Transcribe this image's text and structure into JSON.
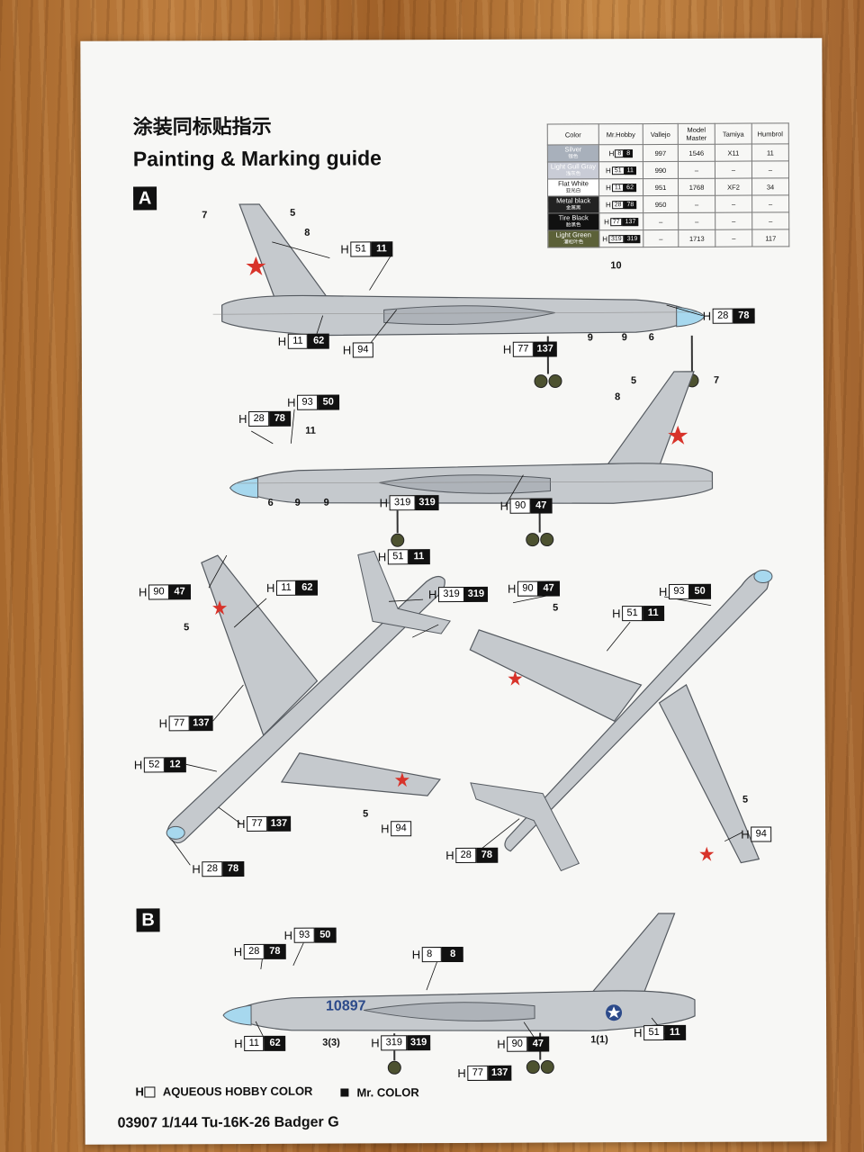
{
  "title_cn": "涂装同标贴指示",
  "title_en": "Painting & Marking guide",
  "section_a": "A",
  "section_b": "B",
  "table": {
    "headers": [
      "Color",
      "Mr.Hobby",
      "Vallejo",
      "Model Master",
      "Tamiya",
      "Humbrol"
    ],
    "rows": [
      {
        "color": "Silver",
        "color_cn": "银色",
        "swatch": "#a8b0bb",
        "text": "#ffffff",
        "h_aq": "8",
        "h_mr": "8",
        "vallejo": "997",
        "mm": "1546",
        "tamiya": "X11",
        "humbrol": "11"
      },
      {
        "color": "Light Gull Gray",
        "color_cn": "浅灰色",
        "swatch": "#c9ccd6",
        "text": "#ffffff",
        "h_aq": "51",
        "h_mr": "11",
        "vallejo": "990",
        "mm": "–",
        "tamiya": "–",
        "humbrol": "–"
      },
      {
        "color": "Flat White",
        "color_cn": "亚光白",
        "swatch": "#ffffff",
        "text": "#111111",
        "h_aq": "11",
        "h_mr": "62",
        "vallejo": "951",
        "mm": "1768",
        "tamiya": "XF2",
        "humbrol": "34"
      },
      {
        "color": "Metal black",
        "color_cn": "金属黑",
        "swatch": "#222222",
        "text": "#ffffff",
        "h_aq": "28",
        "h_mr": "78",
        "vallejo": "950",
        "mm": "–",
        "tamiya": "–",
        "humbrol": "–"
      },
      {
        "color": "Tire Black",
        "color_cn": "胎黑色",
        "swatch": "#111111",
        "text": "#ffffff",
        "h_aq": "77",
        "h_mr": "137",
        "vallejo": "–",
        "mm": "–",
        "tamiya": "–",
        "humbrol": "–"
      },
      {
        "color": "Light Green",
        "color_cn": "灌松叶色",
        "swatch": "#5c6138",
        "text": "#ffffff",
        "h_aq": "319",
        "h_mr": "319",
        "vallejo": "–",
        "mm": "1713",
        "tamiya": "–",
        "humbrol": "117"
      }
    ]
  },
  "h_letter": "H",
  "callouts": [
    {
      "id": "a1-51-11",
      "aq": "51",
      "mr": "11"
    },
    {
      "id": "a1-28-78",
      "aq": "28",
      "mr": "78"
    },
    {
      "id": "a1-11-62",
      "aq": "11",
      "mr": "62"
    },
    {
      "id": "a1-94",
      "aq": "94",
      "mr": ""
    },
    {
      "id": "a1-77-137",
      "aq": "77",
      "mr": "137"
    },
    {
      "id": "a2-93-50",
      "aq": "93",
      "mr": "50"
    },
    {
      "id": "a2-28-78",
      "aq": "28",
      "mr": "78"
    },
    {
      "id": "a2-319-319",
      "aq": "319",
      "mr": "319"
    },
    {
      "id": "a2-90-47",
      "aq": "90",
      "mr": "47"
    },
    {
      "id": "a3-51-11",
      "aq": "51",
      "mr": "11"
    },
    {
      "id": "a3-90-47",
      "aq": "90",
      "mr": "47"
    },
    {
      "id": "a3-11-62",
      "aq": "11",
      "mr": "62"
    },
    {
      "id": "a3-319-319",
      "aq": "319",
      "mr": "319"
    },
    {
      "id": "a3-77-137",
      "aq": "77",
      "mr": "137"
    },
    {
      "id": "a3-52-12",
      "aq": "52",
      "mr": "12"
    },
    {
      "id": "a3-77-137b",
      "aq": "77",
      "mr": "137"
    },
    {
      "id": "a3-94",
      "aq": "94",
      "mr": ""
    },
    {
      "id": "a3-28-78",
      "aq": "28",
      "mr": "78"
    },
    {
      "id": "a4-90-47",
      "aq": "90",
      "mr": "47"
    },
    {
      "id": "a4-93-50",
      "aq": "93",
      "mr": "50"
    },
    {
      "id": "a4-51-11",
      "aq": "51",
      "mr": "11"
    },
    {
      "id": "a4-28-78",
      "aq": "28",
      "mr": "78"
    },
    {
      "id": "a4-94",
      "aq": "94",
      "mr": ""
    },
    {
      "id": "b-28-78",
      "aq": "28",
      "mr": "78"
    },
    {
      "id": "b-93-50",
      "aq": "93",
      "mr": "50"
    },
    {
      "id": "b-8-8",
      "aq": "8",
      "mr": "8"
    },
    {
      "id": "b-11-62",
      "aq": "11",
      "mr": "62"
    },
    {
      "id": "b-319-319",
      "aq": "319",
      "mr": "319"
    },
    {
      "id": "b-90-47",
      "aq": "90",
      "mr": "47"
    },
    {
      "id": "b-51-11",
      "aq": "51",
      "mr": "11"
    },
    {
      "id": "b-77-137",
      "aq": "77",
      "mr": "137"
    }
  ],
  "numbers": [
    "7",
    "5",
    "8",
    "10",
    "9",
    "9",
    "6",
    "5",
    "7",
    "8",
    "11",
    "6",
    "9",
    "9",
    "5",
    "5",
    "5",
    "5",
    "3(3)",
    "1(1)"
  ],
  "side_b_serial": "10897",
  "legend": {
    "aqueous": "AQUEOUS HOBBY COLOR",
    "mr": "Mr. COLOR"
  },
  "footer": "03907 1/144 Tu-16K-26 Badger G",
  "colors": {
    "fuselage": "#c5c9cd",
    "outline": "#555a60",
    "nose": "#a7d8ee",
    "star": "#d8332a",
    "tire": "#4d5230",
    "ink": "#111111"
  }
}
